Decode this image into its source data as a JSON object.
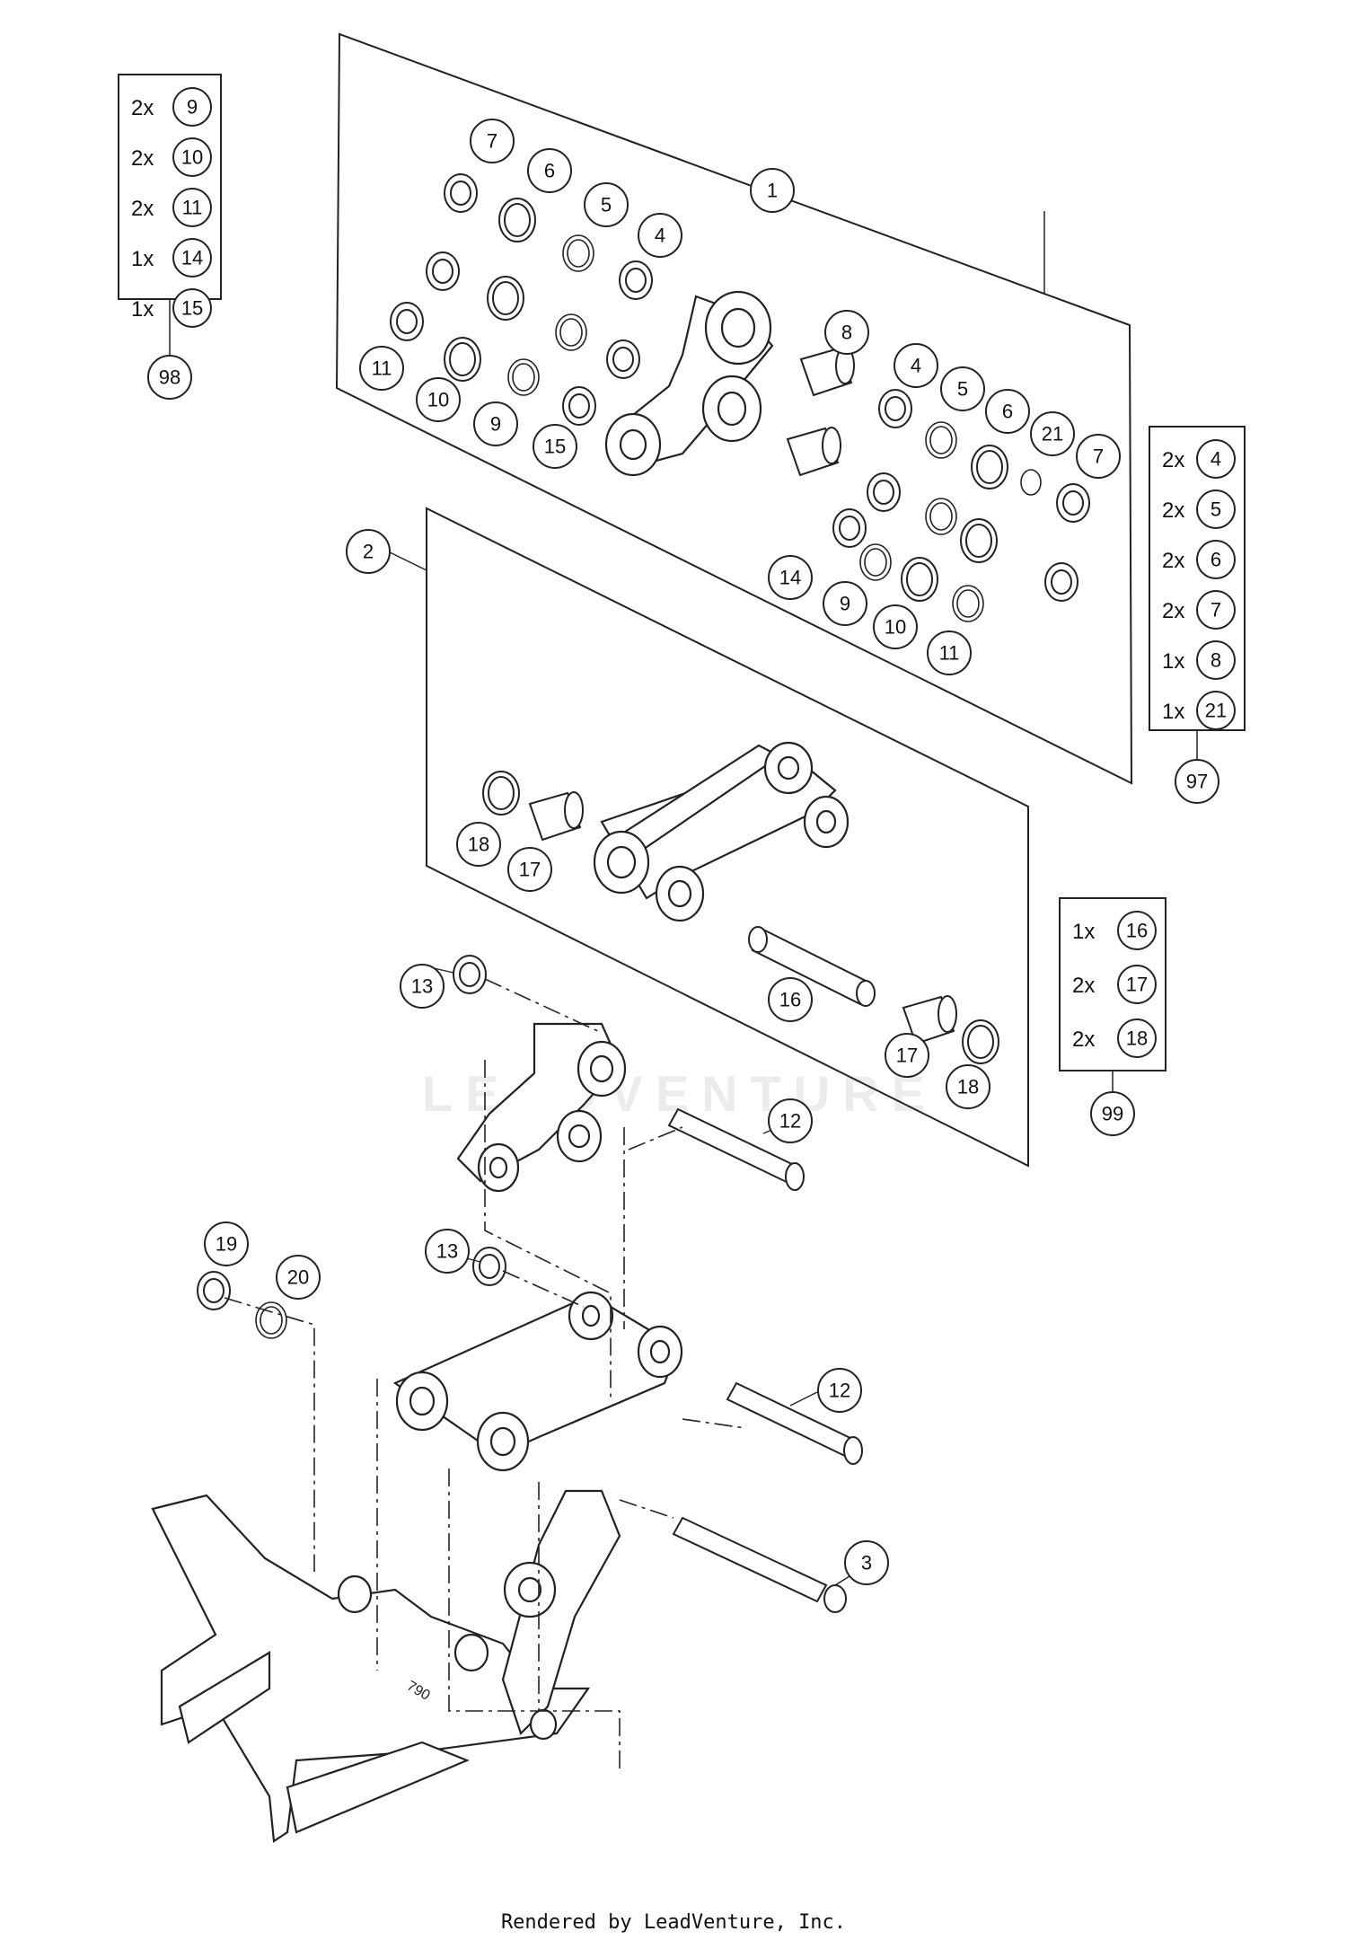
{
  "diagram": {
    "watermark": "LEADVENTURE",
    "credit": "Rendered by LeadVenture, Inc.",
    "engraving": "790",
    "callouts": [
      "1",
      "2",
      "3",
      "4",
      "5",
      "6",
      "7",
      "8",
      "9",
      "10",
      "11",
      "12",
      "13",
      "14",
      "15",
      "16",
      "17",
      "18",
      "19",
      "20",
      "21"
    ],
    "kit_98": {
      "label": "98",
      "items": [
        {
          "qty": "2x",
          "part": "9"
        },
        {
          "qty": "2x",
          "part": "10"
        },
        {
          "qty": "2x",
          "part": "11"
        },
        {
          "qty": "1x",
          "part": "14"
        },
        {
          "qty": "1x",
          "part": "15"
        }
      ]
    },
    "kit_97": {
      "label": "97",
      "items": [
        {
          "qty": "2x",
          "part": "4"
        },
        {
          "qty": "2x",
          "part": "5"
        },
        {
          "qty": "2x",
          "part": "6"
        },
        {
          "qty": "2x",
          "part": "7"
        },
        {
          "qty": "1x",
          "part": "8"
        },
        {
          "qty": "1x",
          "part": "21"
        }
      ]
    },
    "kit_99": {
      "label": "99",
      "items": [
        {
          "qty": "1x",
          "part": "16"
        },
        {
          "qty": "2x",
          "part": "17"
        },
        {
          "qty": "2x",
          "part": "18"
        }
      ]
    }
  }
}
